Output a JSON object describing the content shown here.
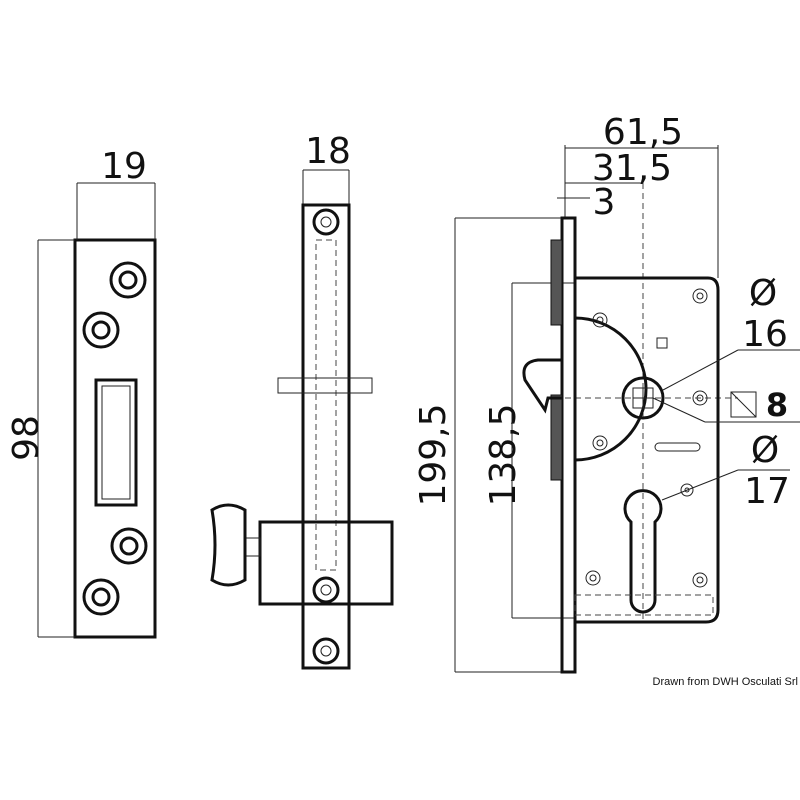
{
  "dimensions": {
    "strike_width": "19",
    "strike_height": "98",
    "side_width": "18",
    "overall_width": "61,5",
    "backset": "31,5",
    "faceplate_thickness": "3",
    "overall_height": "199,5",
    "case_height": "138,5",
    "spindle_diameter_symbol": "Ø",
    "spindle_diameter": "16",
    "spindle_square": "8",
    "cylinder_diameter_symbol": "Ø",
    "cylinder_diameter": "17"
  },
  "credit": "Drawn from DWH Osculati Srl"
}
